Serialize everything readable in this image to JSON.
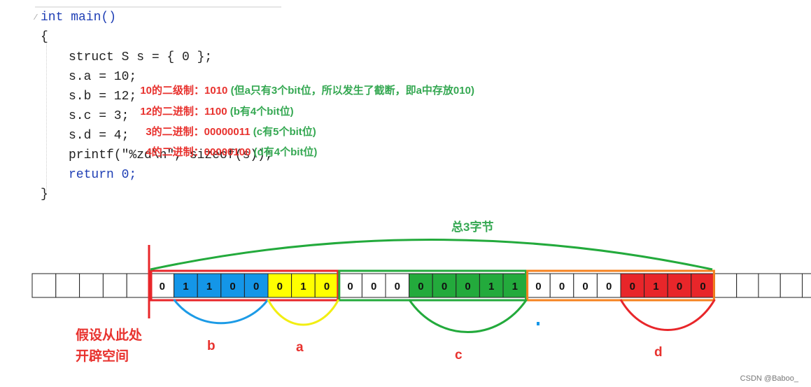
{
  "code": {
    "header": "int main()",
    "open_brace": "{",
    "decl": "struct S s = { 0 };",
    "line_a": "s.a = 10;",
    "line_b": "s.b = 12;",
    "line_c": "s.c = 3;",
    "line_d": "s.d = 4;",
    "printf": "printf(\"%zd\\n\", sizeof(s));",
    "ret": "return 0;",
    "close_brace": "}"
  },
  "notes": {
    "a_red": "10的二级制：1010",
    "a_green": "(但a只有3个bit位，所以发生了截断，即a中存放010)",
    "b_red": "12的二进制：1100",
    "b_green": "(b有4个bit位)",
    "c_red": "3的二进制：00000011",
    "c_green": "(c有5个bit位)",
    "d_red": "4的二进制：00000100",
    "d_green": "(d有4个bit位)"
  },
  "diagram": {
    "total_label": "总3字节",
    "start_label_line1": "假设从此处",
    "start_label_line2": "开辟空间",
    "bits": [
      "0",
      "1",
      "1",
      "0",
      "0",
      "0",
      "1",
      "0",
      "0",
      "0",
      "0",
      "0",
      "0",
      "0",
      "1",
      "1",
      "0",
      "0",
      "0",
      "0",
      "0",
      "1",
      "0",
      "0"
    ],
    "bit_fills": [
      "#ffffff",
      "#1496e8",
      "#1496e8",
      "#1496e8",
      "#1496e8",
      "#ffff00",
      "#ffff00",
      "#ffff00",
      "#ffffff",
      "#ffffff",
      "#ffffff",
      "#23aa3c",
      "#23aa3c",
      "#23aa3c",
      "#23aa3c",
      "#23aa3c",
      "#ffffff",
      "#ffffff",
      "#ffffff",
      "#ffffff",
      "#e8262a",
      "#e8262a",
      "#e8262a",
      "#e8262a"
    ],
    "brace_labels": [
      "b",
      "a",
      "c",
      "d"
    ],
    "brace_colors": [
      "#1c9be6",
      "#f2ee12",
      "#23aa3c",
      "#e8262a"
    ],
    "byte_box_colors": [
      "#e8262a",
      "#23aa3c",
      "#f5821f"
    ],
    "arc_color": "#23aa3c",
    "start_marker_color": "#e8262a"
  },
  "watermark": "CSDN @Baboo_"
}
